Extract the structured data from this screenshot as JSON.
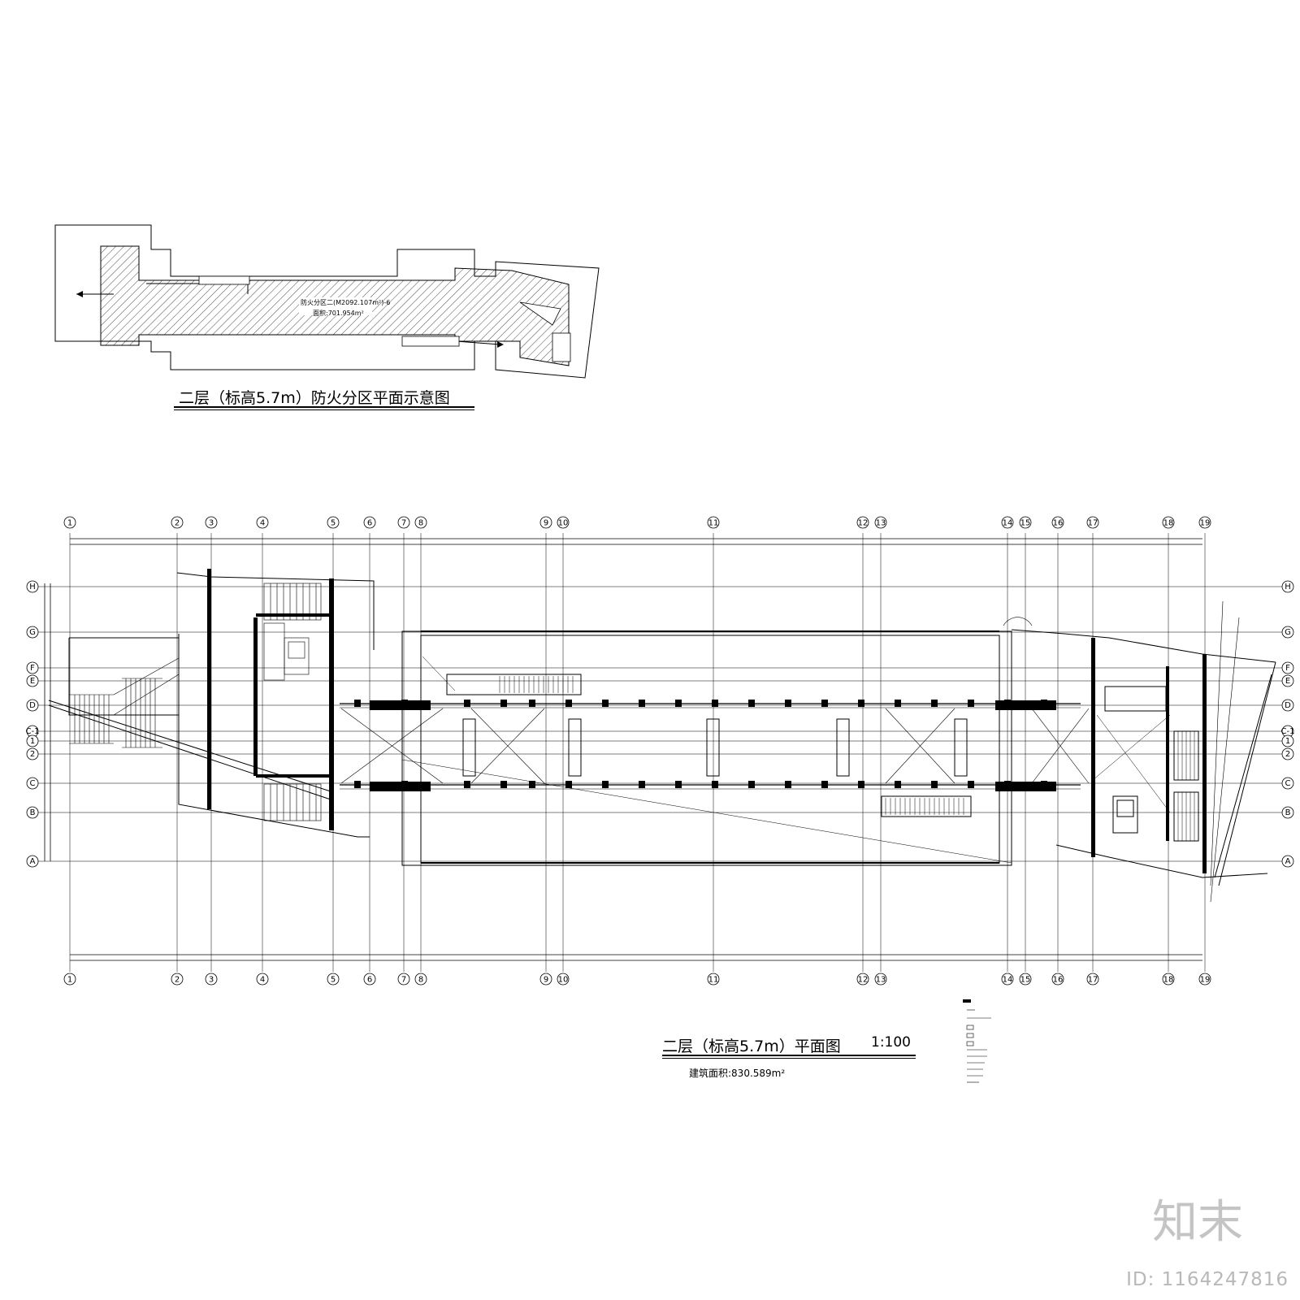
{
  "top_plan": {
    "title": "二层（标高5.7m）防火分区平面示意图",
    "zone_label": "防火分区二(M2092.107m²)-6",
    "area_label": "面积:701.954m²"
  },
  "main_plan": {
    "title": "二层（标高5.7m）平面图",
    "scale": "1:100",
    "area_text": "建筑面积:830.589m²",
    "col_axes": [
      "1",
      "2",
      "3",
      "4",
      "5",
      "6",
      "7",
      "8",
      "9",
      "10",
      "11",
      "12",
      "13",
      "14",
      "15",
      "16",
      "17",
      "18",
      "19"
    ],
    "row_axes": [
      "H",
      "G",
      "F",
      "E",
      "D",
      "C-1",
      "1",
      "2",
      "C",
      "B",
      "A"
    ]
  },
  "watermark": {
    "logo": "知末",
    "id_text": "ID: 1164247816"
  }
}
